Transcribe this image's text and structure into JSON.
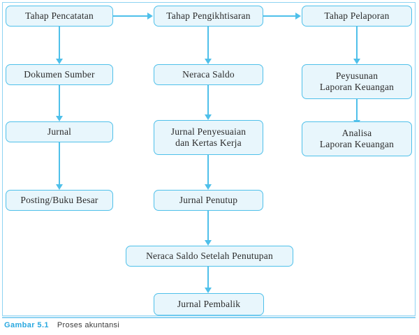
{
  "figure": {
    "caption_label": "Gambar 5.1",
    "caption_text": "Proses akuntansi",
    "accent_color": "#4fc0ea",
    "node_fill": "#e8f6fc",
    "node_border": "#4fc0ea",
    "label_color": "#29a8e0",
    "text_color": "#2b2b2b"
  },
  "diagram": {
    "type": "flowchart",
    "title": "Proses akuntansi",
    "columns": [
      {
        "id": "pencatatan",
        "header": "Tahap Pencatatan"
      },
      {
        "id": "pengikhtisaran",
        "header": "Tahap Pengikhtisaran"
      },
      {
        "id": "pelaporan",
        "header": "Tahap Pelaporan"
      }
    ],
    "nodes": [
      {
        "id": "n1",
        "label": "Tahap Pencatatan"
      },
      {
        "id": "n2",
        "label": "Tahap Pengikhtisaran"
      },
      {
        "id": "n3",
        "label": "Tahap Pelaporan"
      },
      {
        "id": "n4",
        "label": "Dokumen Sumber"
      },
      {
        "id": "n5",
        "label": "Neraca Saldo"
      },
      {
        "id": "n6",
        "label": "Peyusunan\nLaporan Keuangan"
      },
      {
        "id": "n7",
        "label": "Jurnal"
      },
      {
        "id": "n8",
        "label": "Jurnal Penyesuaian\ndan Kertas Kerja"
      },
      {
        "id": "n9",
        "label": "Analisa\nLaporan Keuangan"
      },
      {
        "id": "n10",
        "label": "Posting/Buku Besar"
      },
      {
        "id": "n11",
        "label": "Jurnal Penutup"
      },
      {
        "id": "n12",
        "label": "Neraca Saldo Setelah Penutupan"
      },
      {
        "id": "n13",
        "label": "Jurnal Pembalik"
      }
    ],
    "edges": [
      {
        "from": "n1",
        "to": "n2",
        "direction": "right"
      },
      {
        "from": "n2",
        "to": "n3",
        "direction": "right"
      },
      {
        "from": "n1",
        "to": "n4",
        "direction": "down"
      },
      {
        "from": "n4",
        "to": "n7",
        "direction": "down"
      },
      {
        "from": "n7",
        "to": "n10",
        "direction": "down"
      },
      {
        "from": "n2",
        "to": "n5",
        "direction": "down"
      },
      {
        "from": "n5",
        "to": "n8",
        "direction": "down"
      },
      {
        "from": "n8",
        "to": "n11",
        "direction": "down"
      },
      {
        "from": "n11",
        "to": "n12",
        "direction": "down"
      },
      {
        "from": "n12",
        "to": "n13",
        "direction": "down"
      },
      {
        "from": "n3",
        "to": "n6",
        "direction": "down"
      },
      {
        "from": "n6",
        "to": "n9",
        "direction": "down"
      }
    ]
  }
}
